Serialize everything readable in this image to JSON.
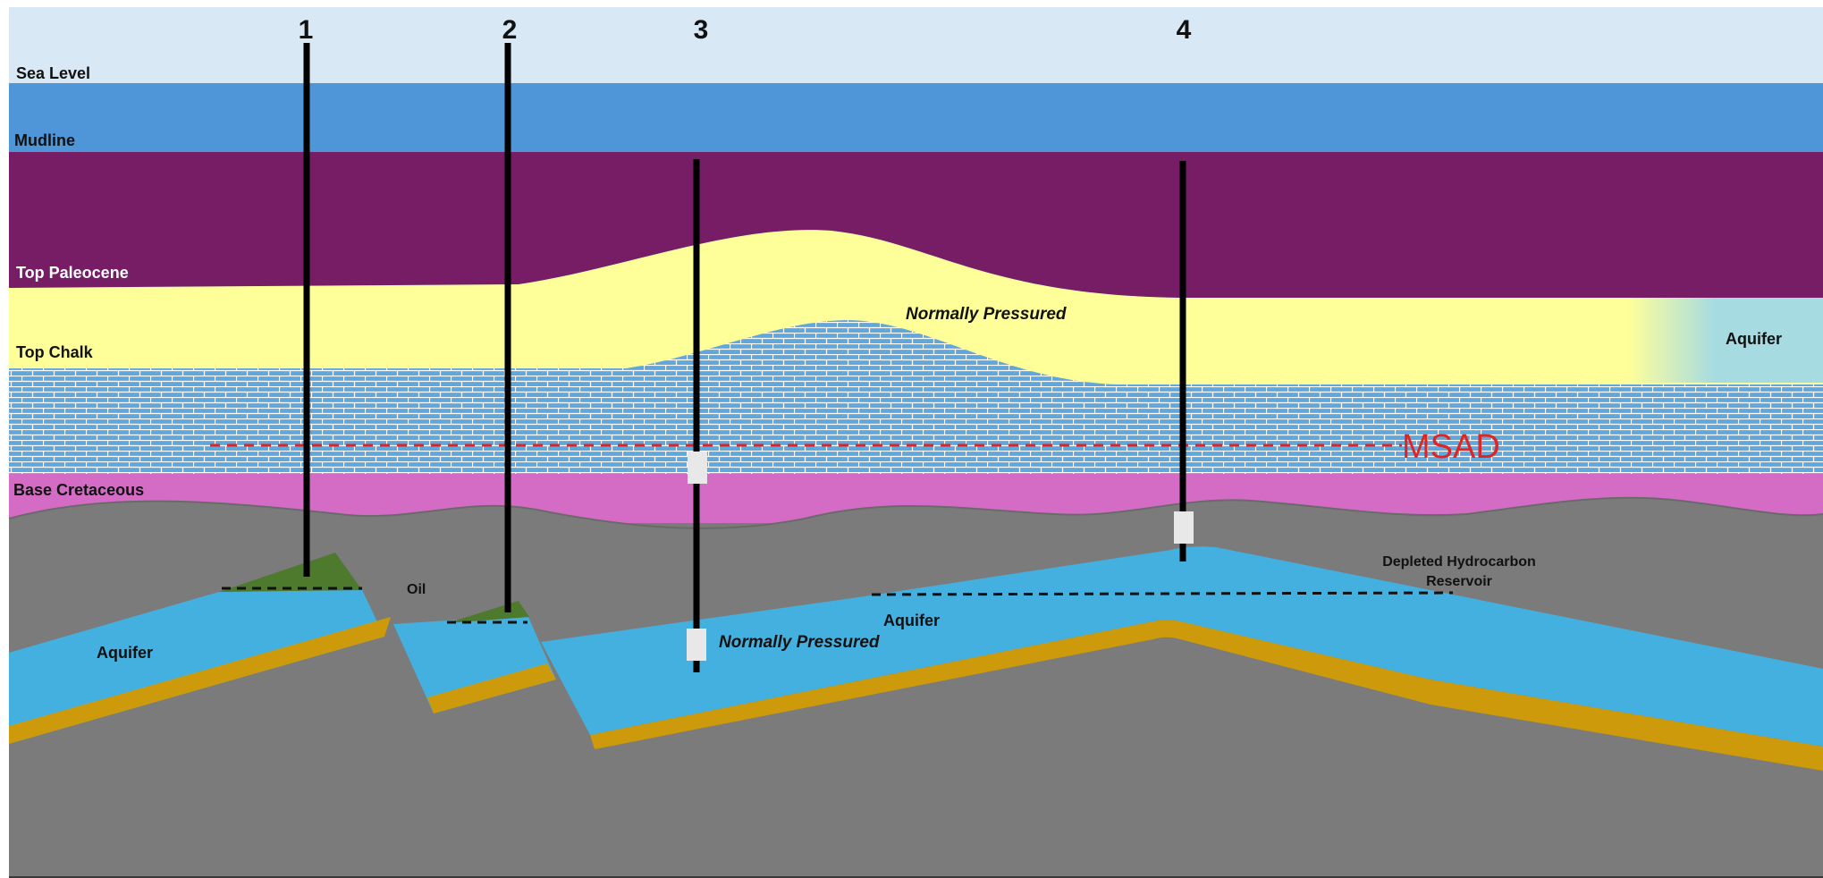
{
  "colors": {
    "sky": "#d8e8f4",
    "sea": "#4e96d8",
    "paleocene": "#761d66",
    "paleocene_sand": "#ffff99",
    "chalk": "#60a8dc",
    "chalk_brick": "#ffffff",
    "base_cretaceous": "#d46cc6",
    "shale": "#7b7b7b",
    "aquifer": "#44b0e0",
    "reservoir_base": "#cc9a0a",
    "basement": "#3a3a3a",
    "oil": "#4e7a2e",
    "well": "#000000",
    "msad_line": "#e02424"
  },
  "horizons": {
    "sea_level": "Sea Level",
    "mudline": "Mudline",
    "top_paleocene": "Top Paleocene",
    "top_chalk": "Top Chalk",
    "base_cretaceous": "Base Cretaceous"
  },
  "wells": [
    {
      "label": "1"
    },
    {
      "label": "2"
    },
    {
      "label": "3"
    },
    {
      "label": "4"
    }
  ],
  "msad": {
    "label": "MSAD"
  },
  "annotations": {
    "normally_pressured_upper": "Normally Pressured",
    "normally_pressured_lower": "Normally Pressured",
    "aquifer_right": "Aquifer",
    "aquifer_left": "Aquifer",
    "aquifer_center": "Aquifer",
    "oil": "Oil",
    "depleted_line1": "Depleted Hydrocarbon",
    "depleted_line2": "Reservoir"
  }
}
